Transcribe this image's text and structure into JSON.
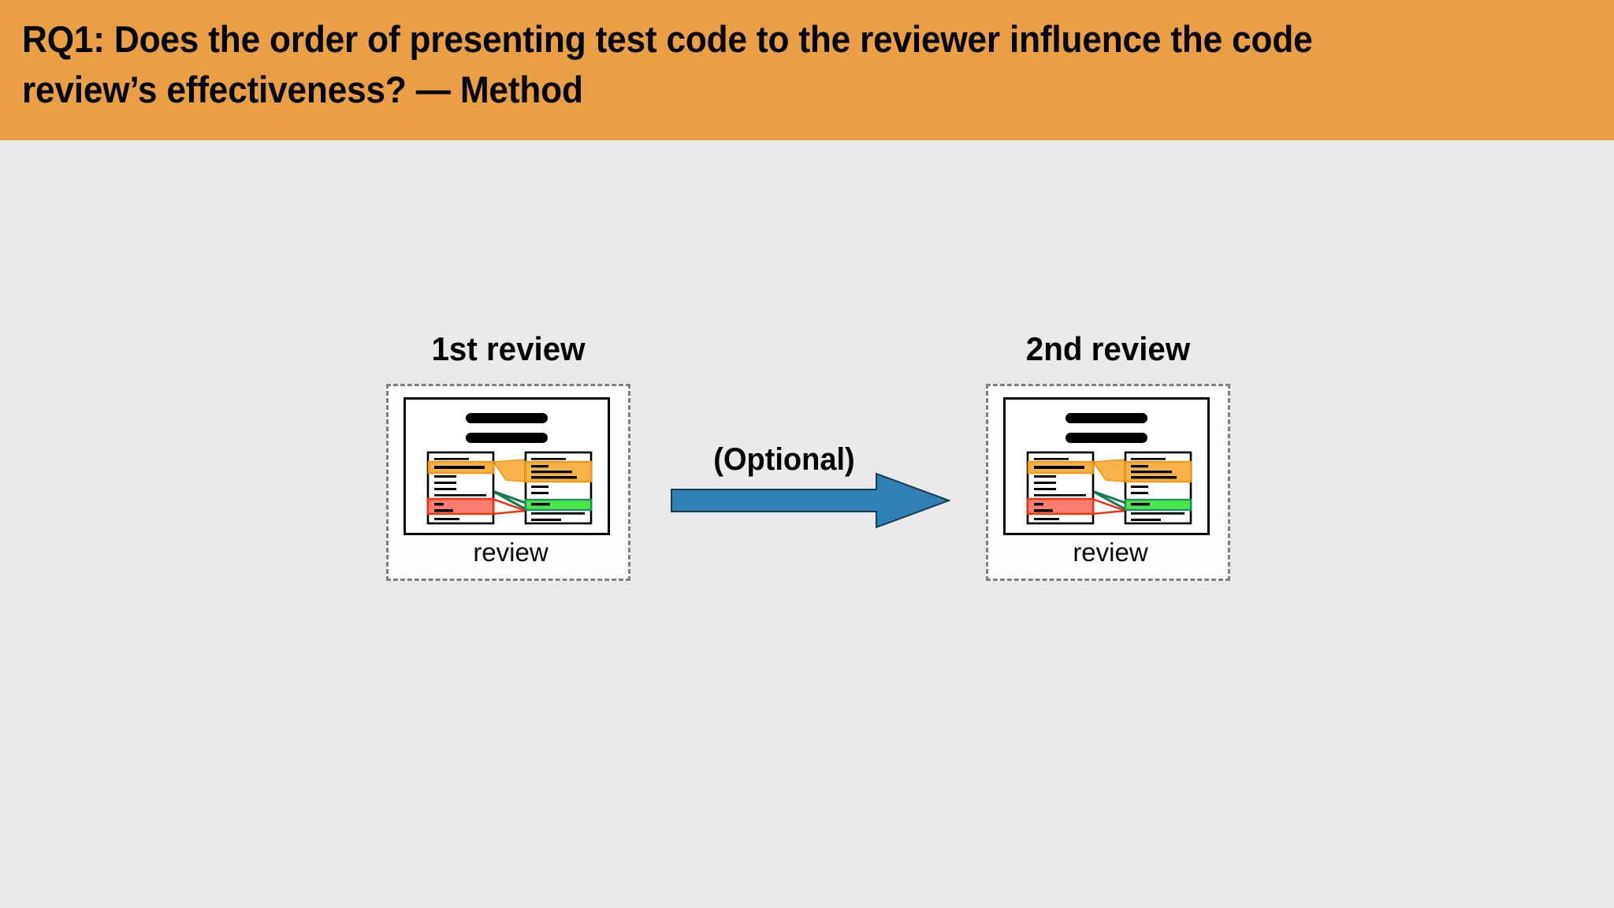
{
  "header": {
    "title": "RQ1: Does the order of presenting test code to the reviewer influence the code review’s effectiveness? — Method",
    "background_color": "#ea9e45",
    "text_color": "#000000"
  },
  "slide": {
    "background_color": "#eae9eb"
  },
  "flow": {
    "steps": [
      {
        "heading": "1st review",
        "caption": "review",
        "icon": "code-review-diff-icon"
      },
      {
        "heading": "2nd review",
        "caption": "review",
        "icon": "code-review-diff-icon"
      }
    ],
    "connector": {
      "label": "(Optional)",
      "icon": "right-arrow-icon",
      "fill_color": "#3080b5",
      "stroke_color": "#1a3a52"
    }
  },
  "diff_icon": {
    "title_bars": 2,
    "left_panel": {
      "highlight": [
        {
          "kind": "changed",
          "fill": "#f7b24a",
          "stroke": "#f39a12"
        },
        {
          "kind": "removed",
          "fill": "#fb7f6e",
          "stroke": "#fb2d12"
        }
      ]
    },
    "right_panel": {
      "highlight": [
        {
          "kind": "changed",
          "fill": "#f7b24a",
          "stroke": "#f39a12"
        },
        {
          "kind": "added",
          "fill": "#4ce64c",
          "stroke": "#1a9160"
        }
      ]
    },
    "connectors": [
      {
        "kind": "changed",
        "color": "#f39a12"
      },
      {
        "kind": "added",
        "color": "#1a7a52"
      },
      {
        "kind": "removed",
        "color": "#fb2d12"
      }
    ],
    "card_border_color": "#000000",
    "dashed_border_color": "#7f7f7f"
  }
}
